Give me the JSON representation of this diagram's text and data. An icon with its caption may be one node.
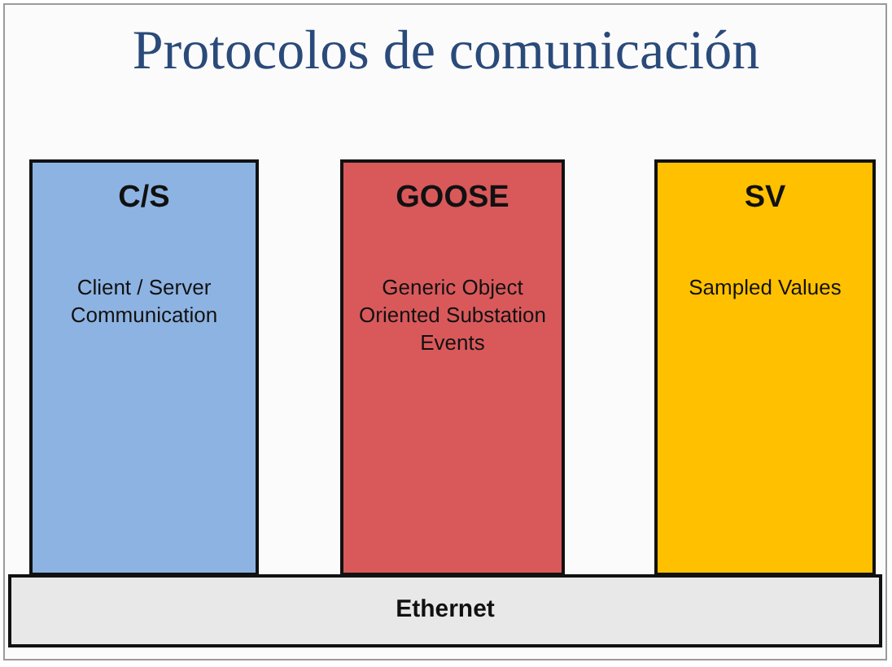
{
  "diagram": {
    "title": "Protocolos de comunicación",
    "nodes": [
      {
        "text": [
          "C/S",
          "Client / Server Communication"
        ]
      },
      {
        "text": [
          "GOOSE",
          "Generic Object Oriented Substation Events"
        ]
      },
      {
        "text": [
          "SV",
          "Sampled Values"
        ]
      },
      {
        "text": [
          "Ethernet"
        ]
      }
    ]
  }
}
